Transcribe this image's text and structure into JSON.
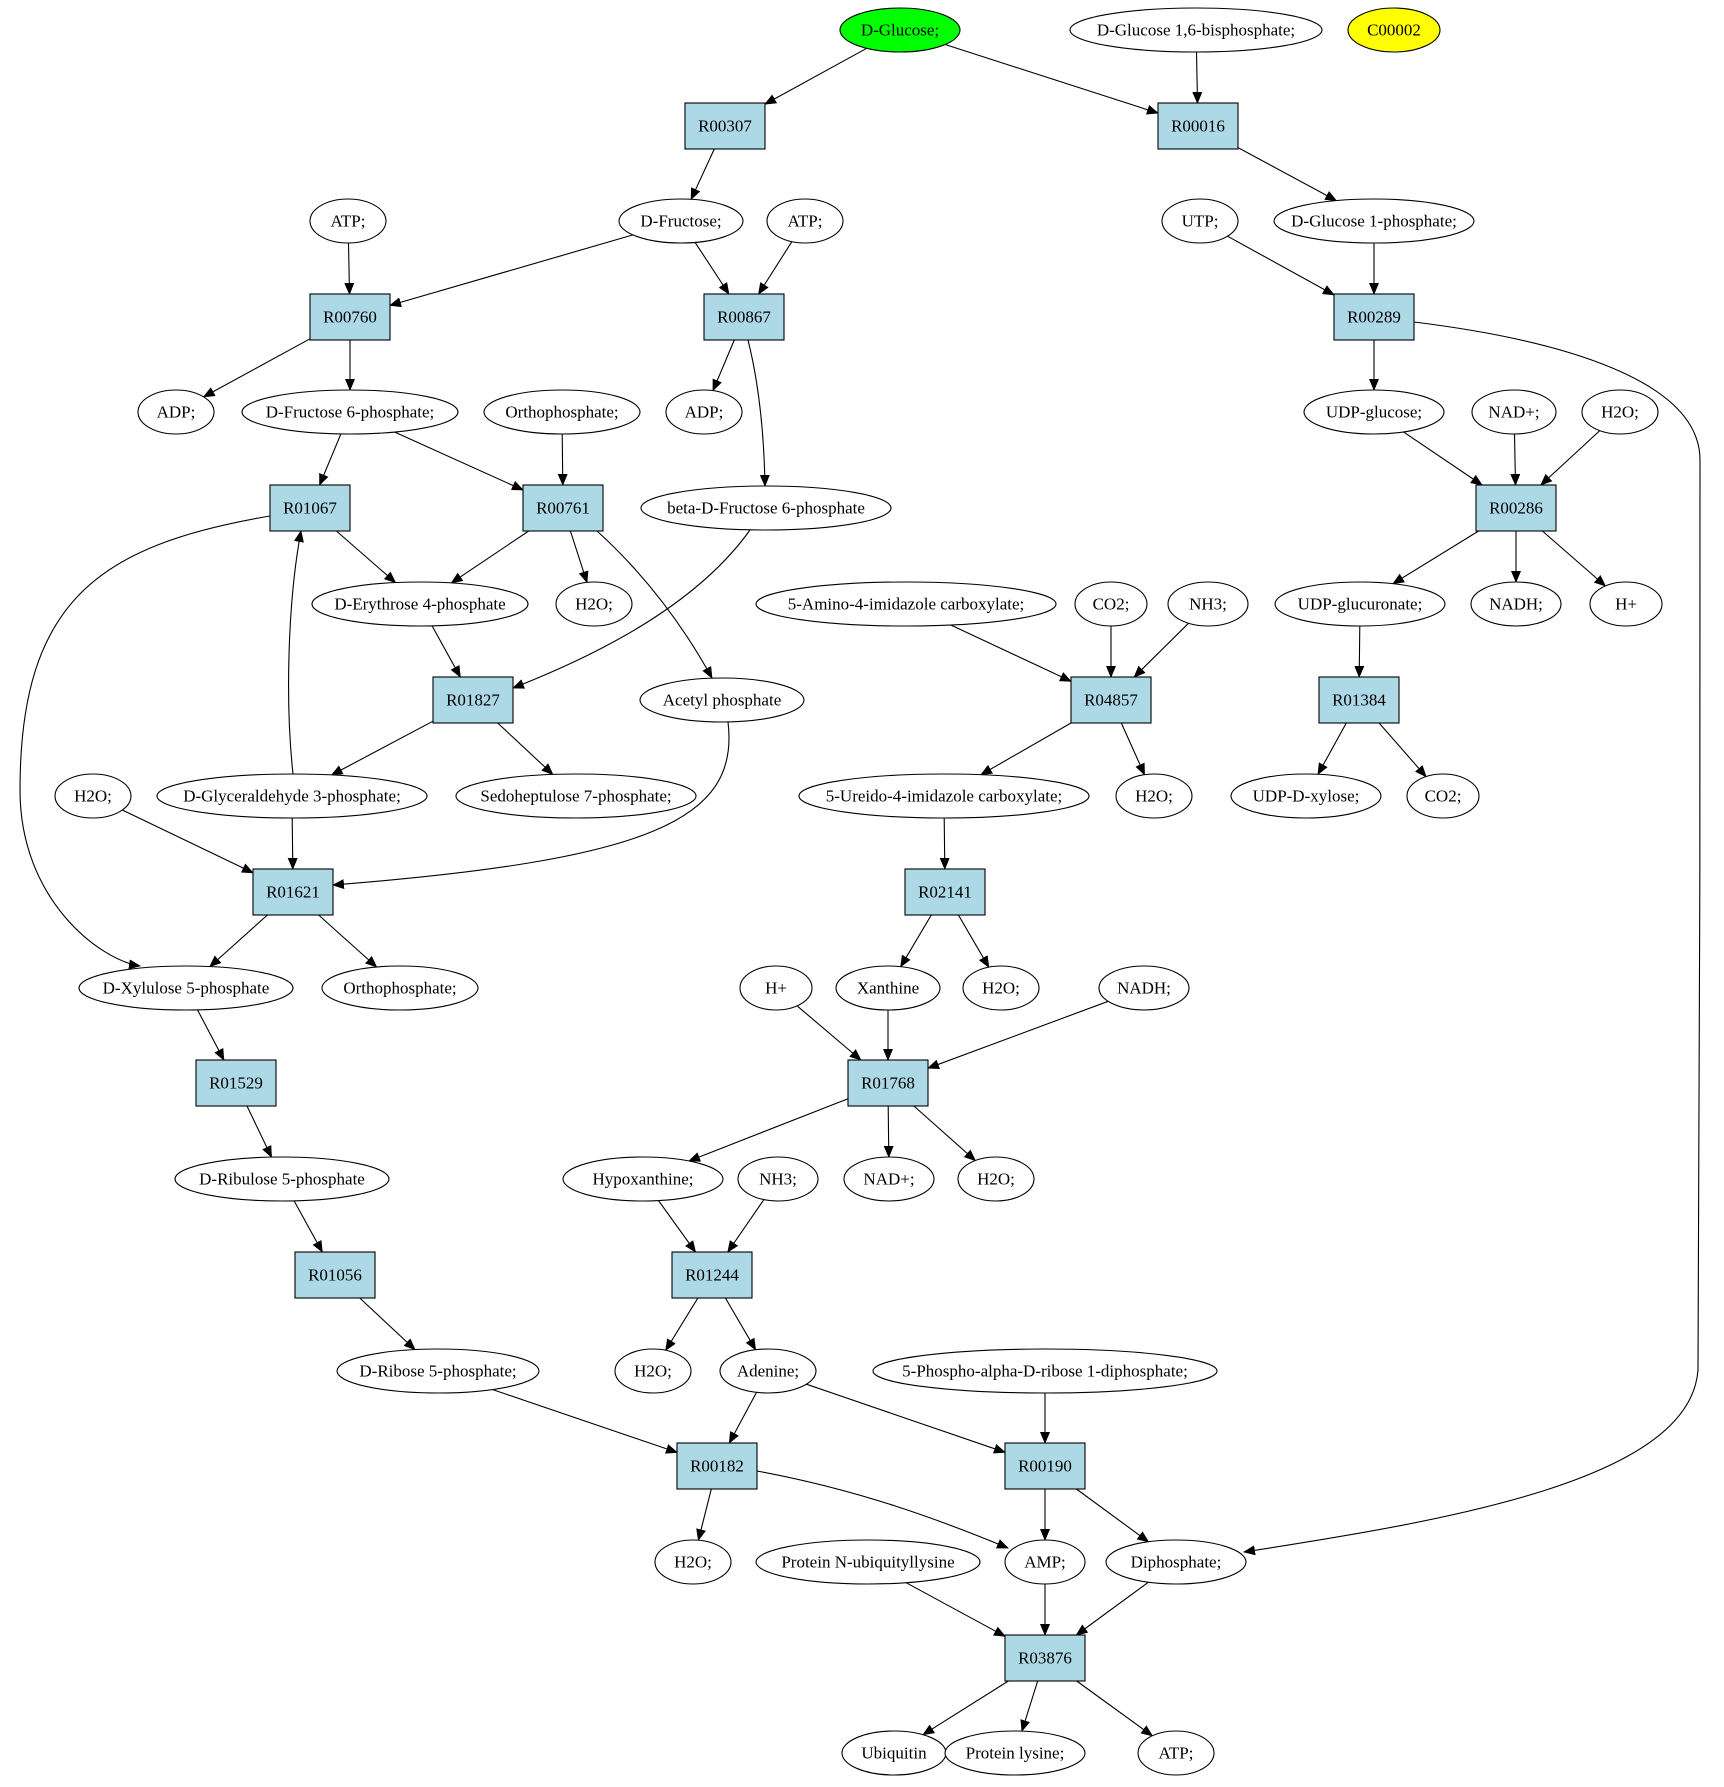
{
  "colors": {
    "reaction_fill": "#add8e6",
    "compound_fill": "#ffffff",
    "highlight_green": "#00ff00",
    "highlight_yellow": "#ffff00",
    "stroke": "#000000"
  },
  "compounds": [
    {
      "id": "dglucose",
      "label": "D-Glucose;",
      "fill": "#00ff00"
    },
    {
      "id": "dglc16bp",
      "label": "D-Glucose 1,6-bisphosphate;"
    },
    {
      "id": "c00002",
      "label": "C00002",
      "fill": "#ffff00"
    },
    {
      "id": "atp1",
      "label": "ATP;"
    },
    {
      "id": "dfructose",
      "label": "D-Fructose;"
    },
    {
      "id": "atp2",
      "label": "ATP;"
    },
    {
      "id": "utp",
      "label": "UTP;"
    },
    {
      "id": "dglc1p",
      "label": "D-Glucose 1-phosphate;"
    },
    {
      "id": "adp1",
      "label": "ADP;"
    },
    {
      "id": "df6p",
      "label": "D-Fructose 6-phosphate;"
    },
    {
      "id": "orthoP1",
      "label": "Orthophosphate;"
    },
    {
      "id": "adp2",
      "label": "ADP;"
    },
    {
      "id": "udpglc",
      "label": "UDP-glucose;"
    },
    {
      "id": "nadplus1",
      "label": "NAD+;"
    },
    {
      "id": "h2o1",
      "label": "H2O;"
    },
    {
      "id": "bdf6p",
      "label": "beta-D-Fructose 6-phosphate"
    },
    {
      "id": "de4p",
      "label": "D-Erythrose 4-phosphate"
    },
    {
      "id": "h2o2",
      "label": "H2O;"
    },
    {
      "id": "aica",
      "label": "5-Amino-4-imidazole carboxylate;"
    },
    {
      "id": "co2a",
      "label": "CO2;"
    },
    {
      "id": "nh3a",
      "label": "NH3;"
    },
    {
      "id": "udpglcA",
      "label": "UDP-glucuronate;"
    },
    {
      "id": "nadh1",
      "label": "NADH;"
    },
    {
      "id": "hplus1",
      "label": "H+"
    },
    {
      "id": "acetylP",
      "label": "Acetyl phosphate"
    },
    {
      "id": "h2o3",
      "label": "H2O;"
    },
    {
      "id": "dg3p",
      "label": "D-Glyceraldehyde 3-phosphate;"
    },
    {
      "id": "s7p",
      "label": "Sedoheptulose 7-phosphate;"
    },
    {
      "id": "uica",
      "label": "5-Ureido-4-imidazole carboxylate;"
    },
    {
      "id": "h2o4",
      "label": "H2O;"
    },
    {
      "id": "udpxyl",
      "label": "UDP-D-xylose;"
    },
    {
      "id": "co2b",
      "label": "CO2;"
    },
    {
      "id": "dx5p",
      "label": "D-Xylulose 5-phosphate"
    },
    {
      "id": "orthoP2",
      "label": "Orthophosphate;"
    },
    {
      "id": "hplus2",
      "label": "H+"
    },
    {
      "id": "xanthine",
      "label": "Xanthine"
    },
    {
      "id": "h2o5",
      "label": "H2O;"
    },
    {
      "id": "nadh2",
      "label": "NADH;"
    },
    {
      "id": "dr5p",
      "label": "D-Ribulose 5-phosphate"
    },
    {
      "id": "hypox",
      "label": "Hypoxanthine;"
    },
    {
      "id": "nh3b",
      "label": "NH3;"
    },
    {
      "id": "nadplus2",
      "label": "NAD+;"
    },
    {
      "id": "h2o6",
      "label": "H2O;"
    },
    {
      "id": "drib5p",
      "label": "D-Ribose 5-phosphate;"
    },
    {
      "id": "h2o7",
      "label": "H2O;"
    },
    {
      "id": "adenine",
      "label": "Adenine;"
    },
    {
      "id": "prpp",
      "label": "5-Phospho-alpha-D-ribose 1-diphosphate;"
    },
    {
      "id": "h2o8",
      "label": "H2O;"
    },
    {
      "id": "pnub",
      "label": "Protein N-ubiquityllysine"
    },
    {
      "id": "amp",
      "label": "AMP;"
    },
    {
      "id": "diphos",
      "label": "Diphosphate;"
    },
    {
      "id": "ubiquitin",
      "label": "Ubiquitin"
    },
    {
      "id": "plys",
      "label": "Protein lysine;"
    },
    {
      "id": "atp3",
      "label": "ATP;"
    }
  ],
  "reactions": [
    {
      "id": "R00307",
      "label": "R00307"
    },
    {
      "id": "R00016",
      "label": "R00016"
    },
    {
      "id": "R00760",
      "label": "R00760"
    },
    {
      "id": "R00867",
      "label": "R00867"
    },
    {
      "id": "R00289",
      "label": "R00289"
    },
    {
      "id": "R01067",
      "label": "R01067"
    },
    {
      "id": "R00761",
      "label": "R00761"
    },
    {
      "id": "R00286",
      "label": "R00286"
    },
    {
      "id": "R01827",
      "label": "R01827"
    },
    {
      "id": "R04857",
      "label": "R04857"
    },
    {
      "id": "R01384",
      "label": "R01384"
    },
    {
      "id": "R01621",
      "label": "R01621"
    },
    {
      "id": "R02141",
      "label": "R02141"
    },
    {
      "id": "R01529",
      "label": "R01529"
    },
    {
      "id": "R01768",
      "label": "R01768"
    },
    {
      "id": "R01056",
      "label": "R01056"
    },
    {
      "id": "R01244",
      "label": "R01244"
    },
    {
      "id": "R00182",
      "label": "R00182"
    },
    {
      "id": "R00190",
      "label": "R00190"
    },
    {
      "id": "R03876",
      "label": "R03876"
    }
  ],
  "edges": [
    {
      "from": "dglucose",
      "to": "R00307"
    },
    {
      "from": "dglucose",
      "to": "R00016"
    },
    {
      "from": "dglc16bp",
      "to": "R00016"
    },
    {
      "from": "R00307",
      "to": "dfructose"
    },
    {
      "from": "R00016",
      "to": "dglc1p"
    },
    {
      "from": "atp1",
      "to": "R00760"
    },
    {
      "from": "dfructose",
      "to": "R00760"
    },
    {
      "from": "dfructose",
      "to": "R00867"
    },
    {
      "from": "atp2",
      "to": "R00867"
    },
    {
      "from": "utp",
      "to": "R00289"
    },
    {
      "from": "dglc1p",
      "to": "R00289"
    },
    {
      "from": "R00760",
      "to": "adp1"
    },
    {
      "from": "R00760",
      "to": "df6p"
    },
    {
      "from": "R00867",
      "to": "adp2"
    },
    {
      "from": "R00867",
      "to": "bdf6p"
    },
    {
      "from": "R00289",
      "to": "udpglc"
    },
    {
      "from": "R00289",
      "to": "diphos"
    },
    {
      "from": "df6p",
      "to": "R01067"
    },
    {
      "from": "df6p",
      "to": "R00761"
    },
    {
      "from": "orthoP1",
      "to": "R00761"
    },
    {
      "from": "udpglc",
      "to": "R00286"
    },
    {
      "from": "nadplus1",
      "to": "R00286"
    },
    {
      "from": "h2o1",
      "to": "R00286"
    },
    {
      "from": "R01067",
      "to": "de4p"
    },
    {
      "from": "R01067",
      "to": "dx5p"
    },
    {
      "from": "R00761",
      "to": "de4p"
    },
    {
      "from": "R00761",
      "to": "h2o2"
    },
    {
      "from": "R00761",
      "to": "acetylP"
    },
    {
      "from": "R00286",
      "to": "udpglcA"
    },
    {
      "from": "R00286",
      "to": "nadh1"
    },
    {
      "from": "R00286",
      "to": "hplus1"
    },
    {
      "from": "de4p",
      "to": "R01827"
    },
    {
      "from": "bdf6p",
      "to": "R01827"
    },
    {
      "from": "aica",
      "to": "R04857"
    },
    {
      "from": "co2a",
      "to": "R04857"
    },
    {
      "from": "nh3a",
      "to": "R04857"
    },
    {
      "from": "udpglcA",
      "to": "R01384"
    },
    {
      "from": "R01827",
      "to": "dg3p"
    },
    {
      "from": "R01827",
      "to": "s7p"
    },
    {
      "from": "dg3p",
      "to": "R01067"
    },
    {
      "from": "R04857",
      "to": "uica"
    },
    {
      "from": "R04857",
      "to": "h2o4"
    },
    {
      "from": "R01384",
      "to": "udpxyl"
    },
    {
      "from": "R01384",
      "to": "co2b"
    },
    {
      "from": "h2o3",
      "to": "R01621"
    },
    {
      "from": "dg3p",
      "to": "R01621"
    },
    {
      "from": "acetylP",
      "to": "R01621"
    },
    {
      "from": "uica",
      "to": "R02141"
    },
    {
      "from": "R01621",
      "to": "dx5p"
    },
    {
      "from": "R01621",
      "to": "orthoP2"
    },
    {
      "from": "R02141",
      "to": "xanthine"
    },
    {
      "from": "R02141",
      "to": "h2o5"
    },
    {
      "from": "dx5p",
      "to": "R01529"
    },
    {
      "from": "hplus2",
      "to": "R01768"
    },
    {
      "from": "xanthine",
      "to": "R01768"
    },
    {
      "from": "nadh2",
      "to": "R01768"
    },
    {
      "from": "R01529",
      "to": "dr5p"
    },
    {
      "from": "R01768",
      "to": "hypox"
    },
    {
      "from": "R01768",
      "to": "nadplus2"
    },
    {
      "from": "R01768",
      "to": "h2o6"
    },
    {
      "from": "dr5p",
      "to": "R01056"
    },
    {
      "from": "hypox",
      "to": "R01244"
    },
    {
      "from": "nh3b",
      "to": "R01244"
    },
    {
      "from": "R01056",
      "to": "drib5p"
    },
    {
      "from": "R01244",
      "to": "h2o7"
    },
    {
      "from": "R01244",
      "to": "adenine"
    },
    {
      "from": "drib5p",
      "to": "R00182"
    },
    {
      "from": "adenine",
      "to": "R00182"
    },
    {
      "from": "adenine",
      "to": "R00190"
    },
    {
      "from": "prpp",
      "to": "R00190"
    },
    {
      "from": "R00182",
      "to": "h2o8"
    },
    {
      "from": "R00182",
      "to": "amp"
    },
    {
      "from": "R00190",
      "to": "amp"
    },
    {
      "from": "R00190",
      "to": "diphos"
    },
    {
      "from": "pnub",
      "to": "R03876"
    },
    {
      "from": "amp",
      "to": "R03876"
    },
    {
      "from": "diphos",
      "to": "R03876"
    },
    {
      "from": "R03876",
      "to": "ubiquitin"
    },
    {
      "from": "R03876",
      "to": "plys"
    },
    {
      "from": "R03876",
      "to": "atp3"
    }
  ]
}
